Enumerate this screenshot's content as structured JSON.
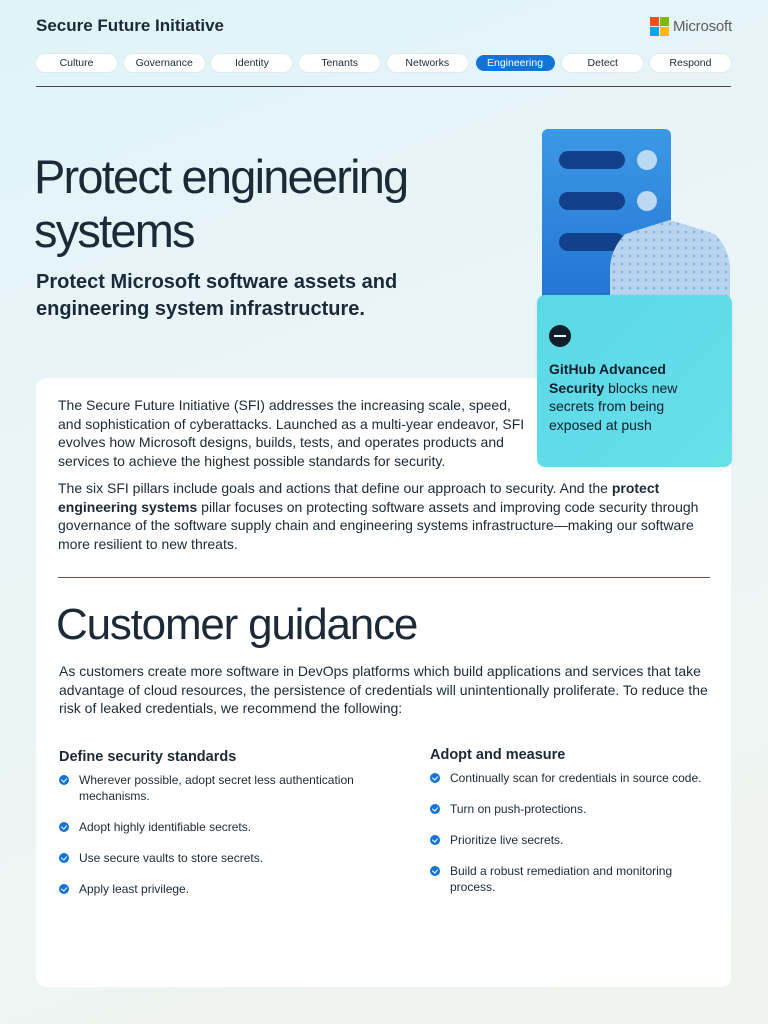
{
  "header": {
    "title": "Secure Future Initiative",
    "logo_text": "Microsoft",
    "logo_colors": [
      "#f25022",
      "#7fba00",
      "#00a4ef",
      "#ffb900"
    ]
  },
  "nav": {
    "active": "Engineering",
    "items": [
      "Culture",
      "Governance",
      "Identity",
      "Tenants",
      "Networks",
      "Engineering",
      "Detect",
      "Respond"
    ]
  },
  "hero": {
    "title": "Protect engineering systems",
    "subtitle": "Protect Microsoft software assets and engineering system infrastructure."
  },
  "callout": {
    "icon": "minus-circle-icon",
    "bold": "GitHub Advanced Security",
    "text": " blocks new secrets from being exposed at push"
  },
  "intro": {
    "p1": "The Secure Future Initiative (SFI) addresses the increasing scale, speed, and sophistication of cyberattacks. Launched as a multi-year endeavor, SFI evolves how Microsoft designs, builds, tests, and operates products and services to achieve the highest possible standards for security.",
    "p2_start": "The six SFI pillars include goals and actions that define our approach to security. And the ",
    "p2_bold": "protect engineering systems",
    "p2_end": " pillar focuses on protecting software assets and improving code security through governance of the software supply chain and engineering systems infrastructure—making our software more resilient to new threats."
  },
  "guidance": {
    "title": "Customer guidance",
    "intro": "As customers create more software in DevOps platforms which build applications and services that take advantage of cloud resources, the persistence of credentials will unintentionally proliferate. To reduce the risk of leaked credentials, we recommend the following:",
    "left": {
      "heading": "Define security standards",
      "items": [
        "Wherever possible, adopt secret less authentication mechanisms.",
        "Adopt highly identifiable secrets.",
        "Use secure vaults to store secrets.",
        "Apply least privilege."
      ]
    },
    "right": {
      "heading": "Adopt and measure",
      "items": [
        "Continually scan for credentials in source code.",
        "Turn on push-protections.",
        "Prioritize live secrets.",
        "Build a robust remediation and monitoring process."
      ]
    }
  }
}
